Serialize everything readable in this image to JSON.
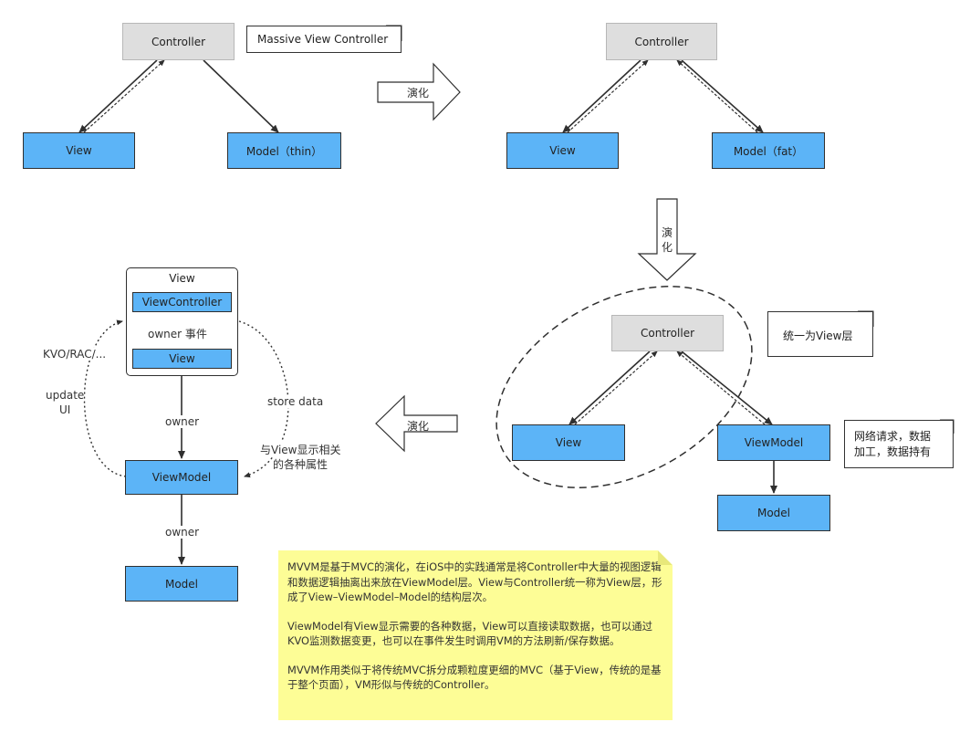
{
  "mvc_thin": {
    "controller": "Controller",
    "view": "View",
    "model": "Model（thin）",
    "note": "Massive View Controller"
  },
  "mvc_fat": {
    "controller": "Controller",
    "view": "View",
    "model": "Model（fat）"
  },
  "arrows": {
    "evolve_right": "演化",
    "evolve_down_1": "演",
    "evolve_down_2": "化",
    "evolve_left": "演化"
  },
  "mvvm_mid": {
    "controller": "Controller",
    "view": "View",
    "viewmodel": "ViewModel",
    "model": "Model",
    "note_unified": "统一为View层",
    "note_vm_1": "网络请求，数据",
    "note_vm_2": "加工，数据持有"
  },
  "mvvm_final": {
    "view_container": "View",
    "viewcontroller": "ViewController",
    "view_inner": "View",
    "owner_event": "owner 事件",
    "kvo": "KVO/RAC/...",
    "update_1": "update",
    "update_2": "UI",
    "store_data": "store data",
    "props_1": "与View显示相关",
    "props_2": "的各种属性",
    "owner_1": "owner",
    "owner_2": "owner",
    "viewmodel": "ViewModel",
    "model": "Model"
  },
  "summary": {
    "p1": "MVVM是基于MVC的演化，在iOS中的实践通常是将Controller中大量的视图逻辑和数据逻辑抽离出来放在ViewModel层。View与Controller统一称为View层，形成了View–ViewModel–Model的结构层次。",
    "p2": "ViewModel有View显示需要的各种数据，View可以直接读取数据，也可以通过KVO监测数据变更，也可以在事件发生时调用VM的方法刷新/保存数据。",
    "p3": "MVVM作用类似于将传统MVC拆分成颗粒度更细的MVC（基于View，传统的是基于整个页面），VM形似与传统的Controller。"
  },
  "colors": {
    "blue_box": "#5cb4f7",
    "gray_box": "#dedede",
    "note_yellow": "#fdfd96",
    "line": "#2f2f2f"
  }
}
